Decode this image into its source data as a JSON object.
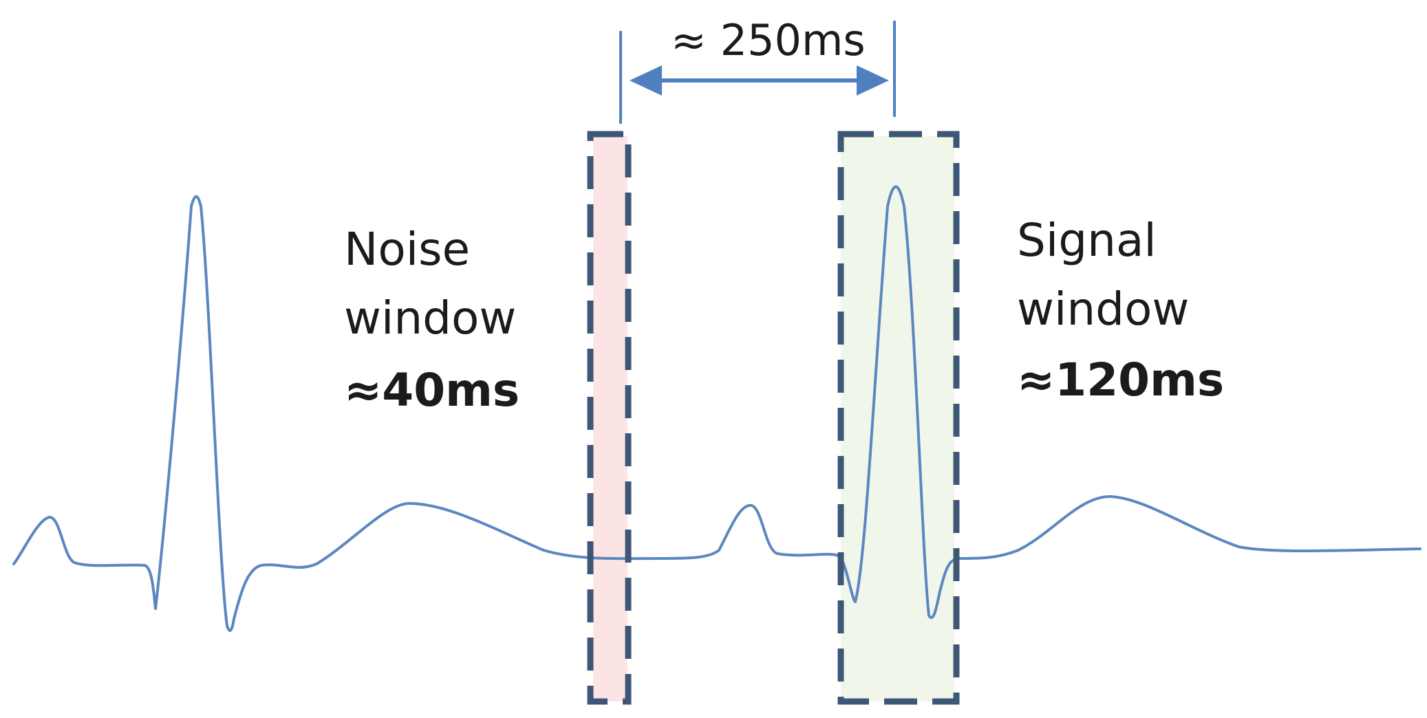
{
  "interval": {
    "label": "≈ 250ms"
  },
  "noise_window": {
    "line1": "Noise",
    "line2": "window",
    "duration": "≈40ms",
    "fill_color": "#fce4e4"
  },
  "signal_window": {
    "line1": "Signal",
    "line2": "window",
    "duration": "≈120ms",
    "fill_color": "#f1f6ea"
  },
  "colors": {
    "trace": "#5b87c0",
    "window_border": "#3e5777",
    "arrow": "#4f7fbe",
    "text": "#1b1b1b"
  }
}
